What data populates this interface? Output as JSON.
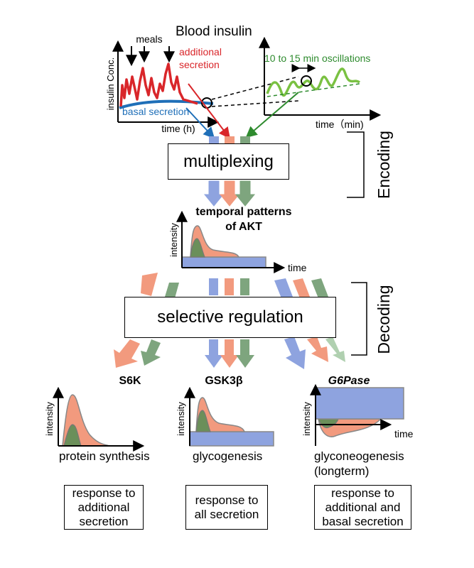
{
  "colors": {
    "blue": "#5b7fd4",
    "orange": "#f08a68",
    "green": "#5a8f5a",
    "red": "#d9262a",
    "dark_green": "#2e8b2e",
    "light_green": "#7ac142",
    "stroke_blue": "#1f6fb8"
  },
  "top": {
    "title": "Blood insulin",
    "meals": "meals",
    "additional": [
      "additional",
      "secretion"
    ],
    "basal": "basal secretion",
    "ylabel": "insulin Conc.",
    "xlabel_h": "time (h)",
    "osc": "10 to 15 min oscillations",
    "xlabel_min": "time（min)"
  },
  "encoding": {
    "box": "multiplexing",
    "side": "Encoding"
  },
  "akt": {
    "title": [
      "temporal patterns",
      "of AKT"
    ],
    "ylabel": "intensity",
    "xlabel": "time"
  },
  "decoding": {
    "box": "selective regulation",
    "side": "Decoding"
  },
  "targets": [
    {
      "name": "S6K",
      "ylabel": "intensity",
      "label": [
        "protein synthesis"
      ],
      "response": [
        "response to",
        "additional",
        "secretion"
      ]
    },
    {
      "name": "GSK3β",
      "ylabel": "intensity",
      "label": [
        "glycogenesis"
      ],
      "response": [
        "response to",
        "all secretion"
      ]
    },
    {
      "name": "G6Pase",
      "ylabel": "intensity",
      "xlabel": "time",
      "label": [
        "glyconeogenesis",
        "(longterm)"
      ],
      "response": [
        "response to",
        "additional and",
        "basal secretion"
      ]
    }
  ]
}
